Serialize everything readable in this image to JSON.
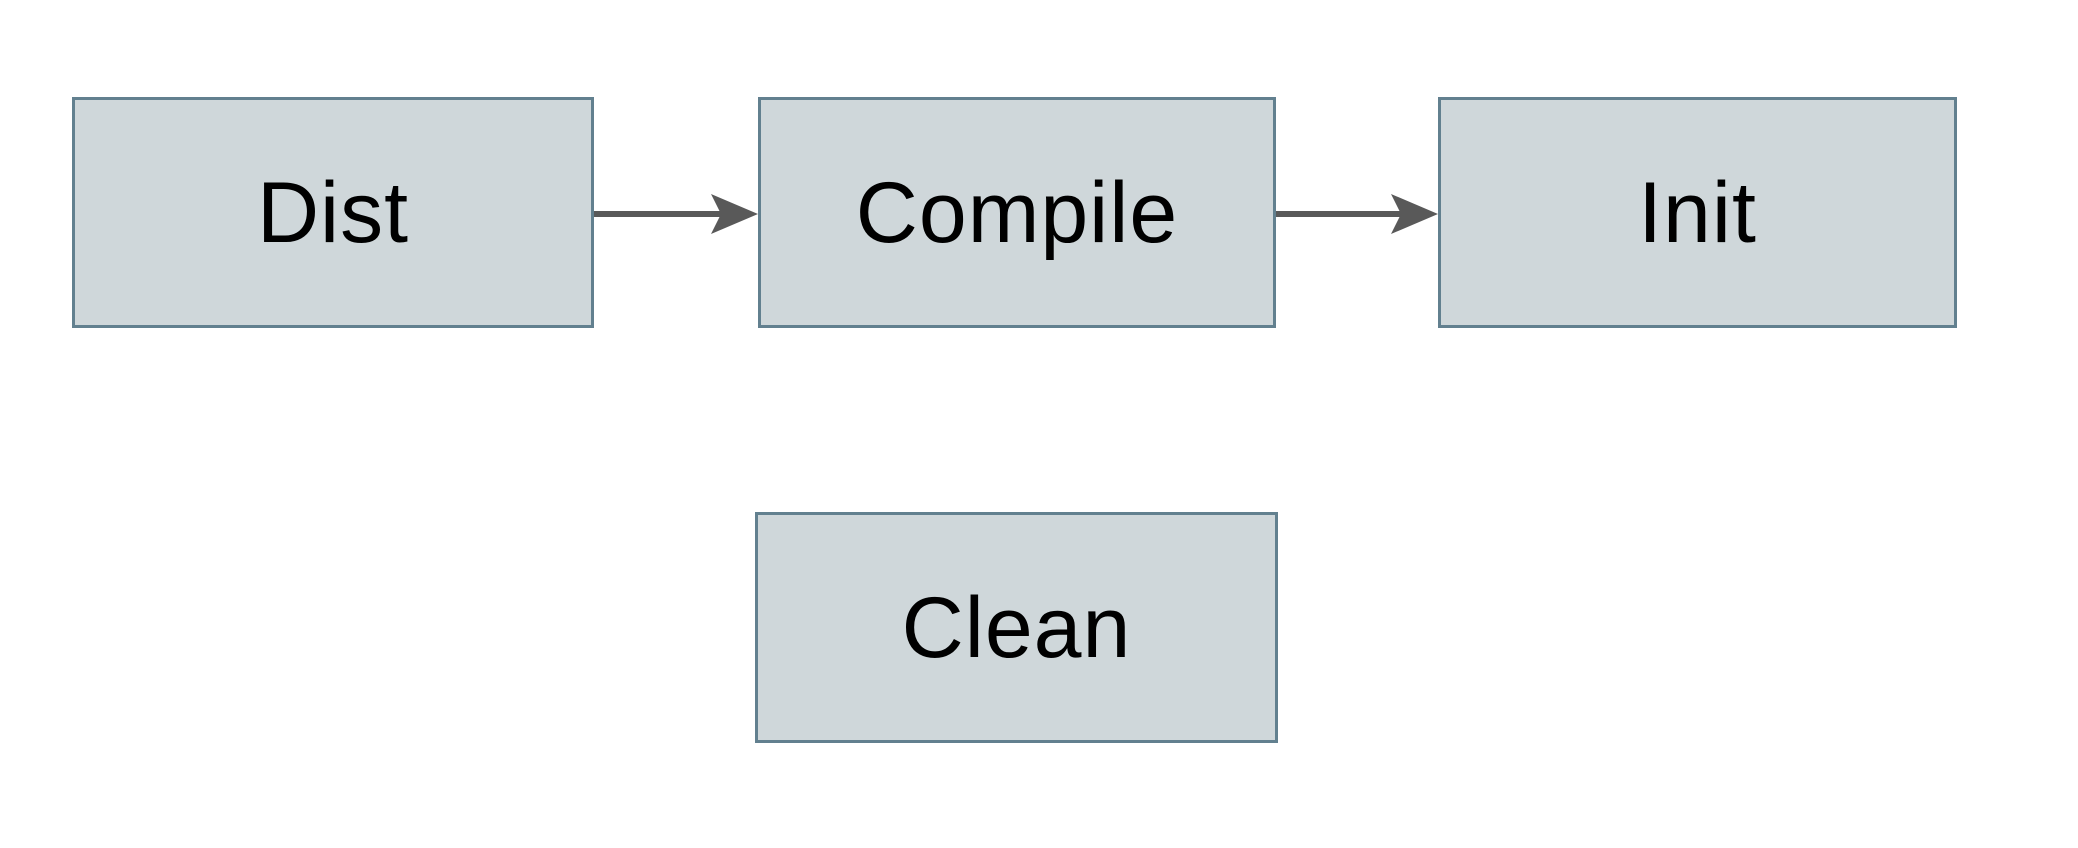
{
  "diagram": {
    "type": "flowchart",
    "nodes": [
      {
        "id": "dist",
        "label": "Dist"
      },
      {
        "id": "compile",
        "label": "Compile"
      },
      {
        "id": "init",
        "label": "Init"
      },
      {
        "id": "clean",
        "label": "Clean"
      }
    ],
    "edges": [
      {
        "from": "Dist",
        "to": "Compile",
        "direction": "right"
      },
      {
        "from": "Compile",
        "to": "Init",
        "direction": "right"
      }
    ]
  },
  "colors": {
    "background": "#ffffff",
    "node_fill": "#cfd7da",
    "node_border": "#62808f",
    "arrow": "#595959",
    "text": "#000000"
  }
}
